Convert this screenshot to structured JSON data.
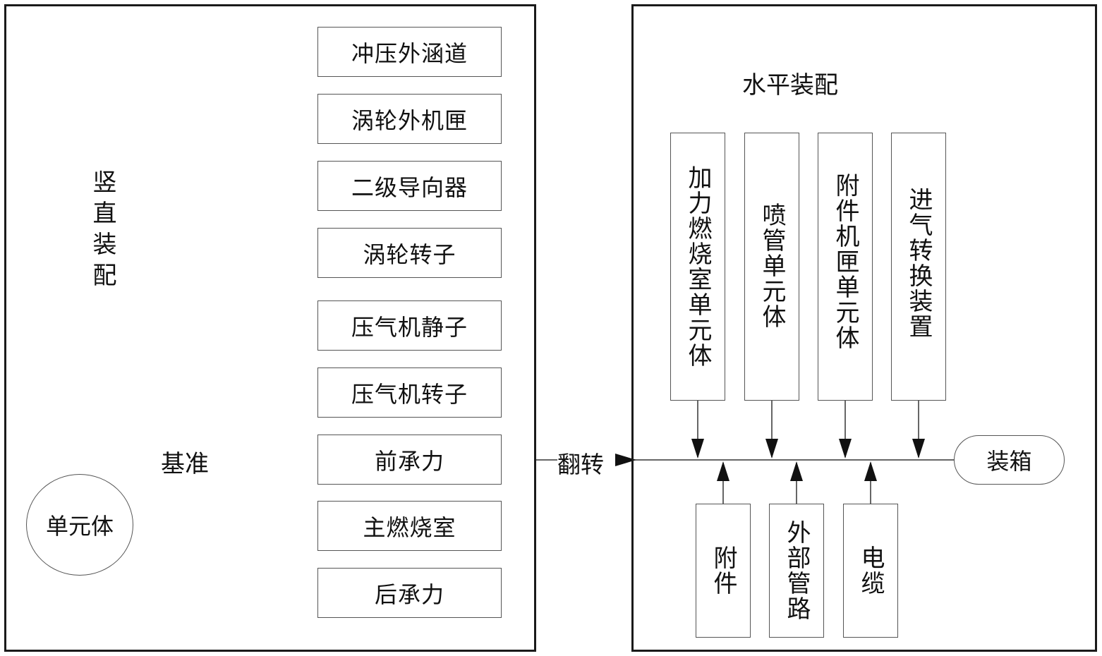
{
  "left_panel": {
    "title": "竖直装配",
    "stack": [
      "冲压外涵道",
      "涡轮外机匣",
      "二级导向器",
      "涡轮转子",
      "压气机静子",
      "压气机转子",
      "前承力",
      "主燃烧室",
      "后承力"
    ],
    "datum": "基准",
    "unit_body": "单元体"
  },
  "flip": "翻转",
  "right_panel": {
    "title": "水平装配",
    "top_boxes": [
      "加力燃烧室单元体",
      "喷管单元体",
      "附件机匣单元体",
      "进气转换装置"
    ],
    "bottom_boxes": [
      "附件",
      "外部管路",
      "电缆"
    ],
    "boxing": "装箱"
  }
}
